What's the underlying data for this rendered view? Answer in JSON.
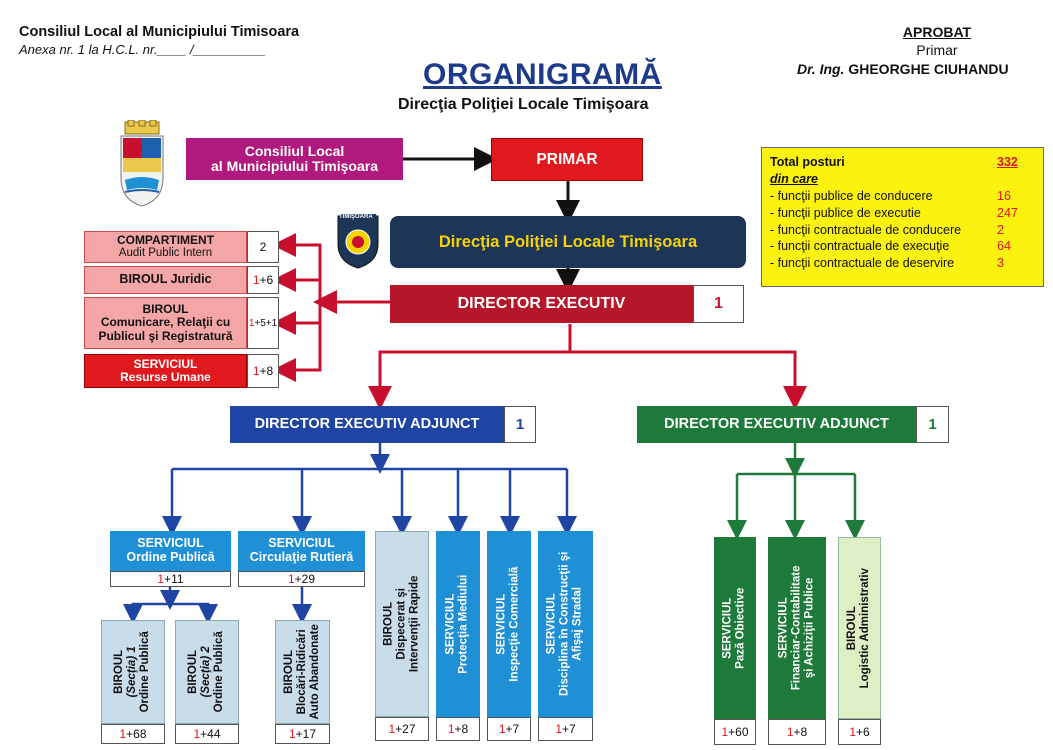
{
  "header": {
    "council": "Consiliul Local al Municipiului Timisoara",
    "annex": "Anexa nr. 1 la H.C.L. nr.____ /__________",
    "approved": "APROBAT",
    "mayor_role": "Primar",
    "mayor_title": "Dr. Ing.",
    "mayor_name": "GHEORGHE CIUHANDU",
    "title": "ORGANIGRAMĂ",
    "subtitle": "Direcţia Poliţiei Locale Timişoara"
  },
  "top": {
    "council_box": [
      "Consiliul Local",
      "al Municipiului Timişoara"
    ],
    "primar": "PRIMAR",
    "directorate": "Direcţia Poliţiei Locale Timişoara",
    "logo_text": "TIMIŞOARA",
    "director": "DIRECTOR EXECUTIV",
    "director_count": "1"
  },
  "left_units": [
    {
      "lines": [
        "COMPARTIMENT",
        "Audit Public Intern"
      ],
      "count_lead": "",
      "count_rest": "2"
    },
    {
      "lines": [
        "BIROUL Juridic"
      ],
      "count_lead": "1",
      "count_rest": "+6"
    },
    {
      "lines": [
        "BIROUL",
        "Comunicare, Relaţii cu",
        "Publicul şi Registratură"
      ],
      "count_lead": "1",
      "count_rest": "+5+1"
    },
    {
      "lines": [
        "SERVICIUL",
        "Resurse Umane"
      ],
      "count_lead": "1",
      "count_rest": "+8"
    }
  ],
  "deputy_left": {
    "label": "DIRECTOR EXECUTIV ADJUNCT",
    "count": "1"
  },
  "deputy_right": {
    "label": "DIRECTOR EXECUTIV ADJUNCT",
    "count": "1"
  },
  "services_h": [
    {
      "lines": [
        "SERVICIUL",
        "Ordine Publică"
      ],
      "count_lead": "1",
      "count_rest": "+11"
    },
    {
      "lines": [
        "SERVICIUL",
        "Circulaţie Rutieră"
      ],
      "count_lead": "1",
      "count_rest": "+29"
    }
  ],
  "vertical_units": [
    {
      "id": "birou-sectia-1",
      "lines": [
        "BIROUL",
        "(Secţia) 1",
        "Ordine Publică"
      ],
      "count_lead": "1",
      "count_rest": "+68"
    },
    {
      "id": "birou-sectia-2",
      "lines": [
        "BIROUL",
        "(Secţia) 2",
        "Ordine Publică"
      ],
      "count_lead": "1",
      "count_rest": "+44"
    },
    {
      "id": "birou-blocari",
      "lines": [
        "BIROUL",
        "Blocări-Ridicări",
        "Auto Abandonate"
      ],
      "count_lead": "1",
      "count_rest": "+17"
    },
    {
      "id": "birou-dispecerat",
      "lines": [
        "BIROUL",
        "Dispecerat şi",
        "Intervenţii Rapide"
      ],
      "count_lead": "1",
      "count_rest": "+27"
    },
    {
      "id": "serv-mediu",
      "lines": [
        "SERVICIUL",
        "Protecţia Mediului"
      ],
      "count_lead": "1",
      "count_rest": "+8"
    },
    {
      "id": "serv-comercial",
      "lines": [
        "SERVICIUL",
        "Inspecţie Comercială"
      ],
      "count_lead": "1",
      "count_rest": "+7"
    },
    {
      "id": "serv-disciplina",
      "lines": [
        "SERVICIUL",
        "Disciplina în Construcţii şi",
        "Afişaj Stradal"
      ],
      "count_lead": "1",
      "count_rest": "+7"
    },
    {
      "id": "serv-paza",
      "lines": [
        "SERVICIUL",
        "Pază Obiective"
      ],
      "count_lead": "1",
      "count_rest": "+60"
    },
    {
      "id": "serv-financiar",
      "lines": [
        "SERVICIUL",
        "Financiar-Contabilitate",
        "şi Achiziţii Publice"
      ],
      "count_lead": "1",
      "count_rest": "+8"
    },
    {
      "id": "birou-logistic",
      "lines": [
        "BIROUL",
        "Logistic Administrativ"
      ],
      "count_lead": "1",
      "count_rest": "+6"
    }
  ],
  "posts": {
    "total_label": "Total posturi",
    "total": "332",
    "of_which": "din care",
    "rows": [
      {
        "label": "- funcţii publice de conducere",
        "value": "16"
      },
      {
        "label": "- funcţii publice de executie",
        "value": "247"
      },
      {
        "label": "- funcţii contractuale de conducere",
        "value": "2"
      },
      {
        "label": "- funcţii contractuale de execuţie",
        "value": "64"
      },
      {
        "label": "- funcţii contractuale de deservire",
        "value": "3"
      }
    ]
  },
  "colors": {
    "red": "#e0191f",
    "darkred": "#b5162a",
    "magenta": "#b0197e",
    "navy": "#1d3557",
    "blue": "#1e44a4",
    "green": "#1e7a3a",
    "sky": "#1f8fd6",
    "pink": "#f4a6a6",
    "lightblue": "#c9dcea",
    "lightgreen": "#dfefc5",
    "yellow": "#fcf20f"
  }
}
